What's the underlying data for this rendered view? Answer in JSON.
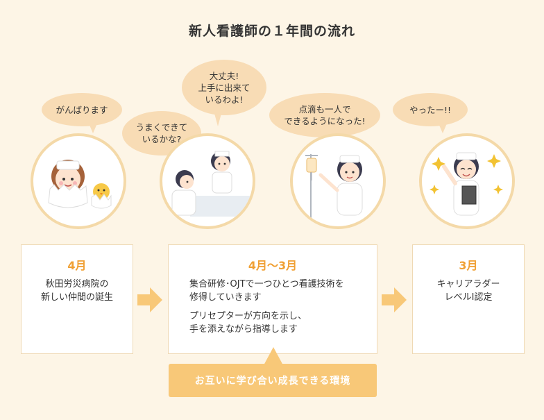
{
  "title": "新人看護師の１年間の流れ",
  "bubbles": {
    "b1": "がんばります",
    "b2_l1": "うまくできて",
    "b2_l2": "いるかな?",
    "b3_l1": "大丈夫!",
    "b3_l2": "上手に出来て",
    "b3_l3": "いるわよ!",
    "b4_l1": "点滴も一人で",
    "b4_l2": "できるようになった!",
    "b5": "やったー!!"
  },
  "stages": [
    {
      "month": "4月",
      "lines": [
        "秋田労災病院の",
        "新しい仲間の誕生"
      ]
    },
    {
      "month": "4月〜3月",
      "p1": [
        "集合研修･OJTで一つひとつ看護技術を",
        "修得していきます"
      ],
      "p2": [
        "プリセプターが方向を示し、",
        "手を添えながら指導します"
      ]
    },
    {
      "month": "3月",
      "lines": [
        "キャリアラダー",
        "レベルⅠ認定"
      ]
    }
  ],
  "banner": "お互いに学び合い成長できる環境",
  "colors": {
    "accent": "#f0a034",
    "bubble": "#f8dcb5",
    "arrow": "#f8c878",
    "background": "#fdf5e6"
  }
}
